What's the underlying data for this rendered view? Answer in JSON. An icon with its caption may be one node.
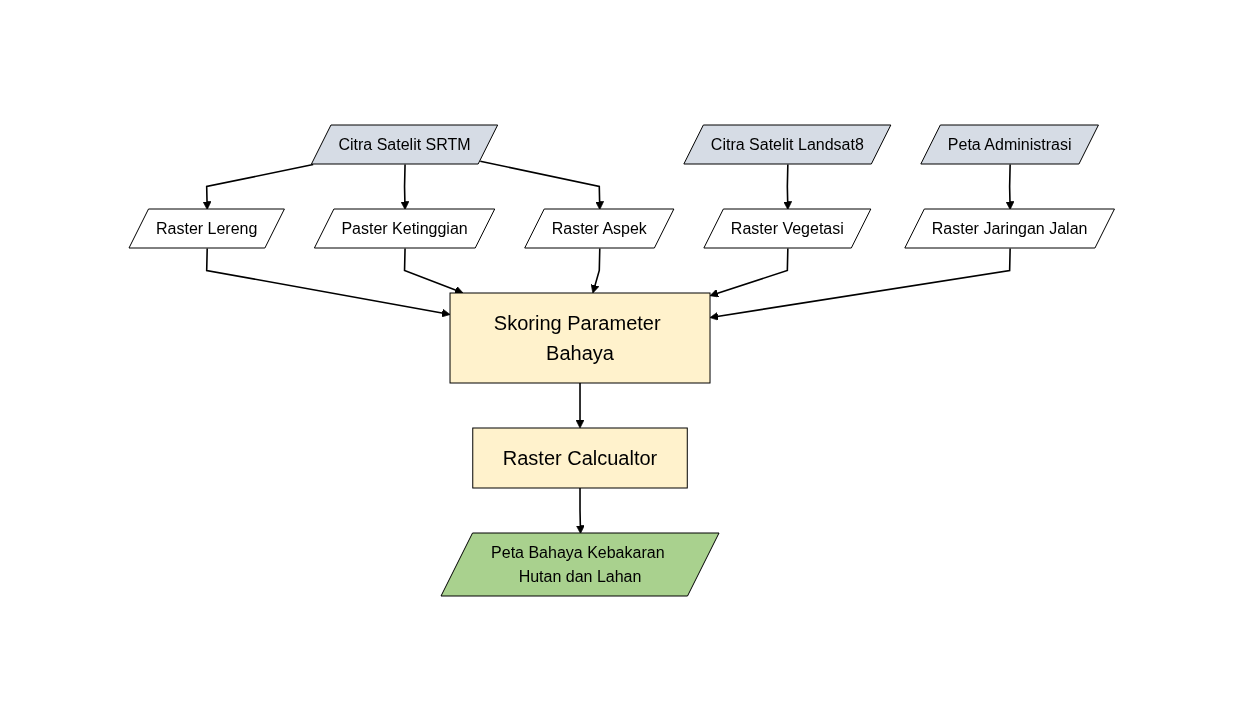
{
  "diagram": {
    "nodes": [
      {
        "text": [
          "Citra Satelit SRTM"
        ]
      },
      {
        "text": [
          "Citra Satelit Landsat8"
        ]
      },
      {
        "text": [
          "Peta Administrasi"
        ]
      },
      {
        "text": [
          "Raster Lereng"
        ]
      },
      {
        "text": [
          "Paster Ketinggian"
        ]
      },
      {
        "text": [
          "Raster Aspek"
        ]
      },
      {
        "text": [
          "Raster Vegetasi"
        ]
      },
      {
        "text": [
          "Raster Jaringan Jalan"
        ]
      },
      {
        "text": [
          "Skoring Parameter Bahaya"
        ]
      },
      {
        "text": [
          "Raster Calcualtor"
        ]
      },
      {
        "text": [
          "Peta Bahaya Kebakaran Hutan dan Lahan"
        ]
      }
    ],
    "edges": [
      {
        "from": 0,
        "to": 3,
        "arrow": "to"
      },
      {
        "from": 0,
        "to": 4,
        "arrow": "to"
      },
      {
        "from": 0,
        "to": 5,
        "arrow": "to"
      },
      {
        "from": 1,
        "to": 6,
        "arrow": "to"
      },
      {
        "from": 2,
        "to": 7,
        "arrow": "to"
      },
      {
        "from": 3,
        "to": 8,
        "arrow": "to"
      },
      {
        "from": 4,
        "to": 8,
        "arrow": "to"
      },
      {
        "from": 5,
        "to": 8,
        "arrow": "to"
      },
      {
        "from": 6,
        "to": 8,
        "arrow": "to"
      },
      {
        "from": 7,
        "to": 8,
        "arrow": "to"
      },
      {
        "from": 8,
        "to": 9,
        "arrow": "to"
      },
      {
        "from": 9,
        "to": 10,
        "arrow": "to"
      }
    ]
  }
}
